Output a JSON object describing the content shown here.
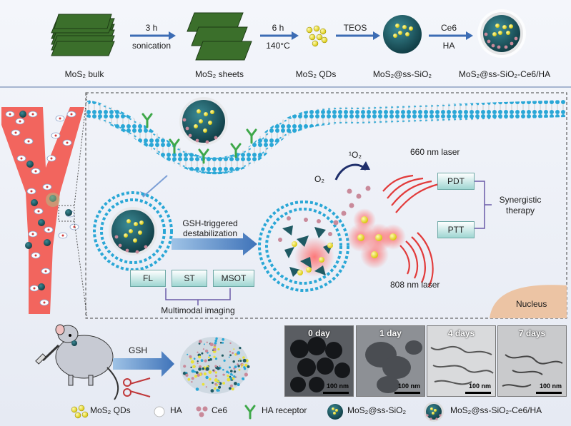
{
  "synthesis": {
    "bulk": "MoS₂ bulk",
    "step1_top": "3 h",
    "step1_bottom": "sonication",
    "sheets": "MoS₂ sheets",
    "step2_top": "6 h",
    "step2_bottom": "140°C",
    "qds": "MoS₂ QDs",
    "step3_top": "TEOS",
    "ss": "MoS₂@ss-SiO₂",
    "step4_top": "Ce6",
    "step4_bottom": "HA",
    "final": "MoS₂@ss-SiO₂-Ce6/HA"
  },
  "mechanism": {
    "singlet_o2": "¹O₂",
    "o2": "O₂",
    "laser660": "660 nm laser",
    "laser808": "808 nm laser",
    "gsh_triggered": "GSH-triggered",
    "destabilization": "destabilization",
    "pdt": "PDT",
    "ptt": "PTT",
    "synergistic1": "Synergistic",
    "synergistic2": "therapy",
    "fl": "FL",
    "st": "ST",
    "msot": "MSOT",
    "multimodal": "Multimodal imaging",
    "nucleus": "Nucleus"
  },
  "bottom": {
    "gsh": "GSH",
    "tem_days": [
      "0 day",
      "1 day",
      "4 days",
      "7 days"
    ],
    "scale_bar": "100 nm"
  },
  "legend": {
    "qds": "MoS₂ QDs",
    "ha": "HA",
    "ce6": "Ce6",
    "receptor": "HA receptor",
    "ss": "MoS₂@ss-SiO₂",
    "final": "MoS₂@ss-SiO₂-Ce6/HA"
  },
  "colors": {
    "nanoparticle": "#1f5a63",
    "qd": "#e9e13a",
    "ce6": "#c98a9a",
    "receptor": "#3fa84a",
    "laser": "#e23a3a",
    "vessel": "#f2655e",
    "membrane": "#2aa7d6"
  }
}
